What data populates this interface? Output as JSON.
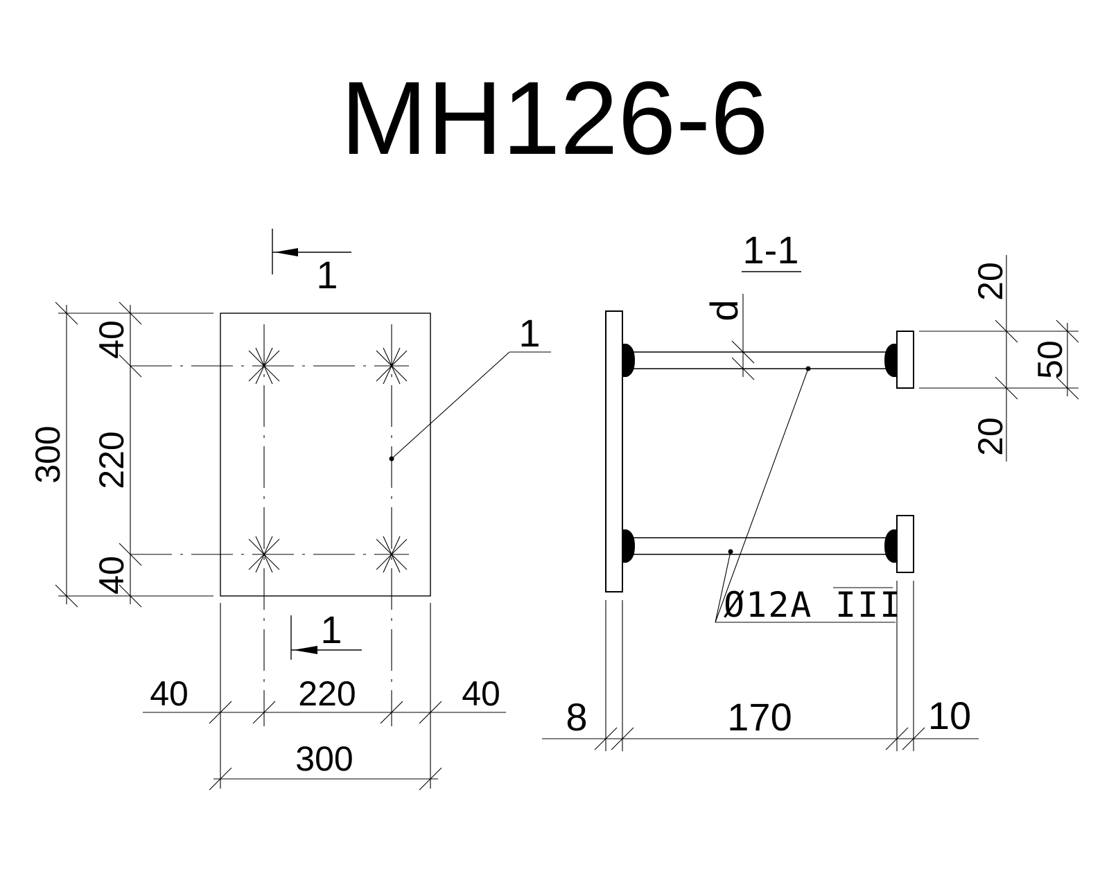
{
  "title": "MH126-6",
  "plan": {
    "section_mark_top": "1",
    "section_mark_bottom": "1",
    "callout_label": "1",
    "dim_height_total": "300",
    "dim_height_top": "40",
    "dim_height_middle": "220",
    "dim_height_bottom": "40",
    "dim_width_left": "40",
    "dim_width_middle": "220",
    "dim_width_right": "40",
    "dim_width_total": "300"
  },
  "section": {
    "title": "1-1",
    "dim_d": "d",
    "dim_right_top": "20",
    "dim_right_middle": "50",
    "dim_right_bottom": "20",
    "dim_plate": "8",
    "dim_length": "170",
    "dim_end": "10",
    "rebar_prefix": "Ø12A",
    "rebar_class": "III"
  }
}
